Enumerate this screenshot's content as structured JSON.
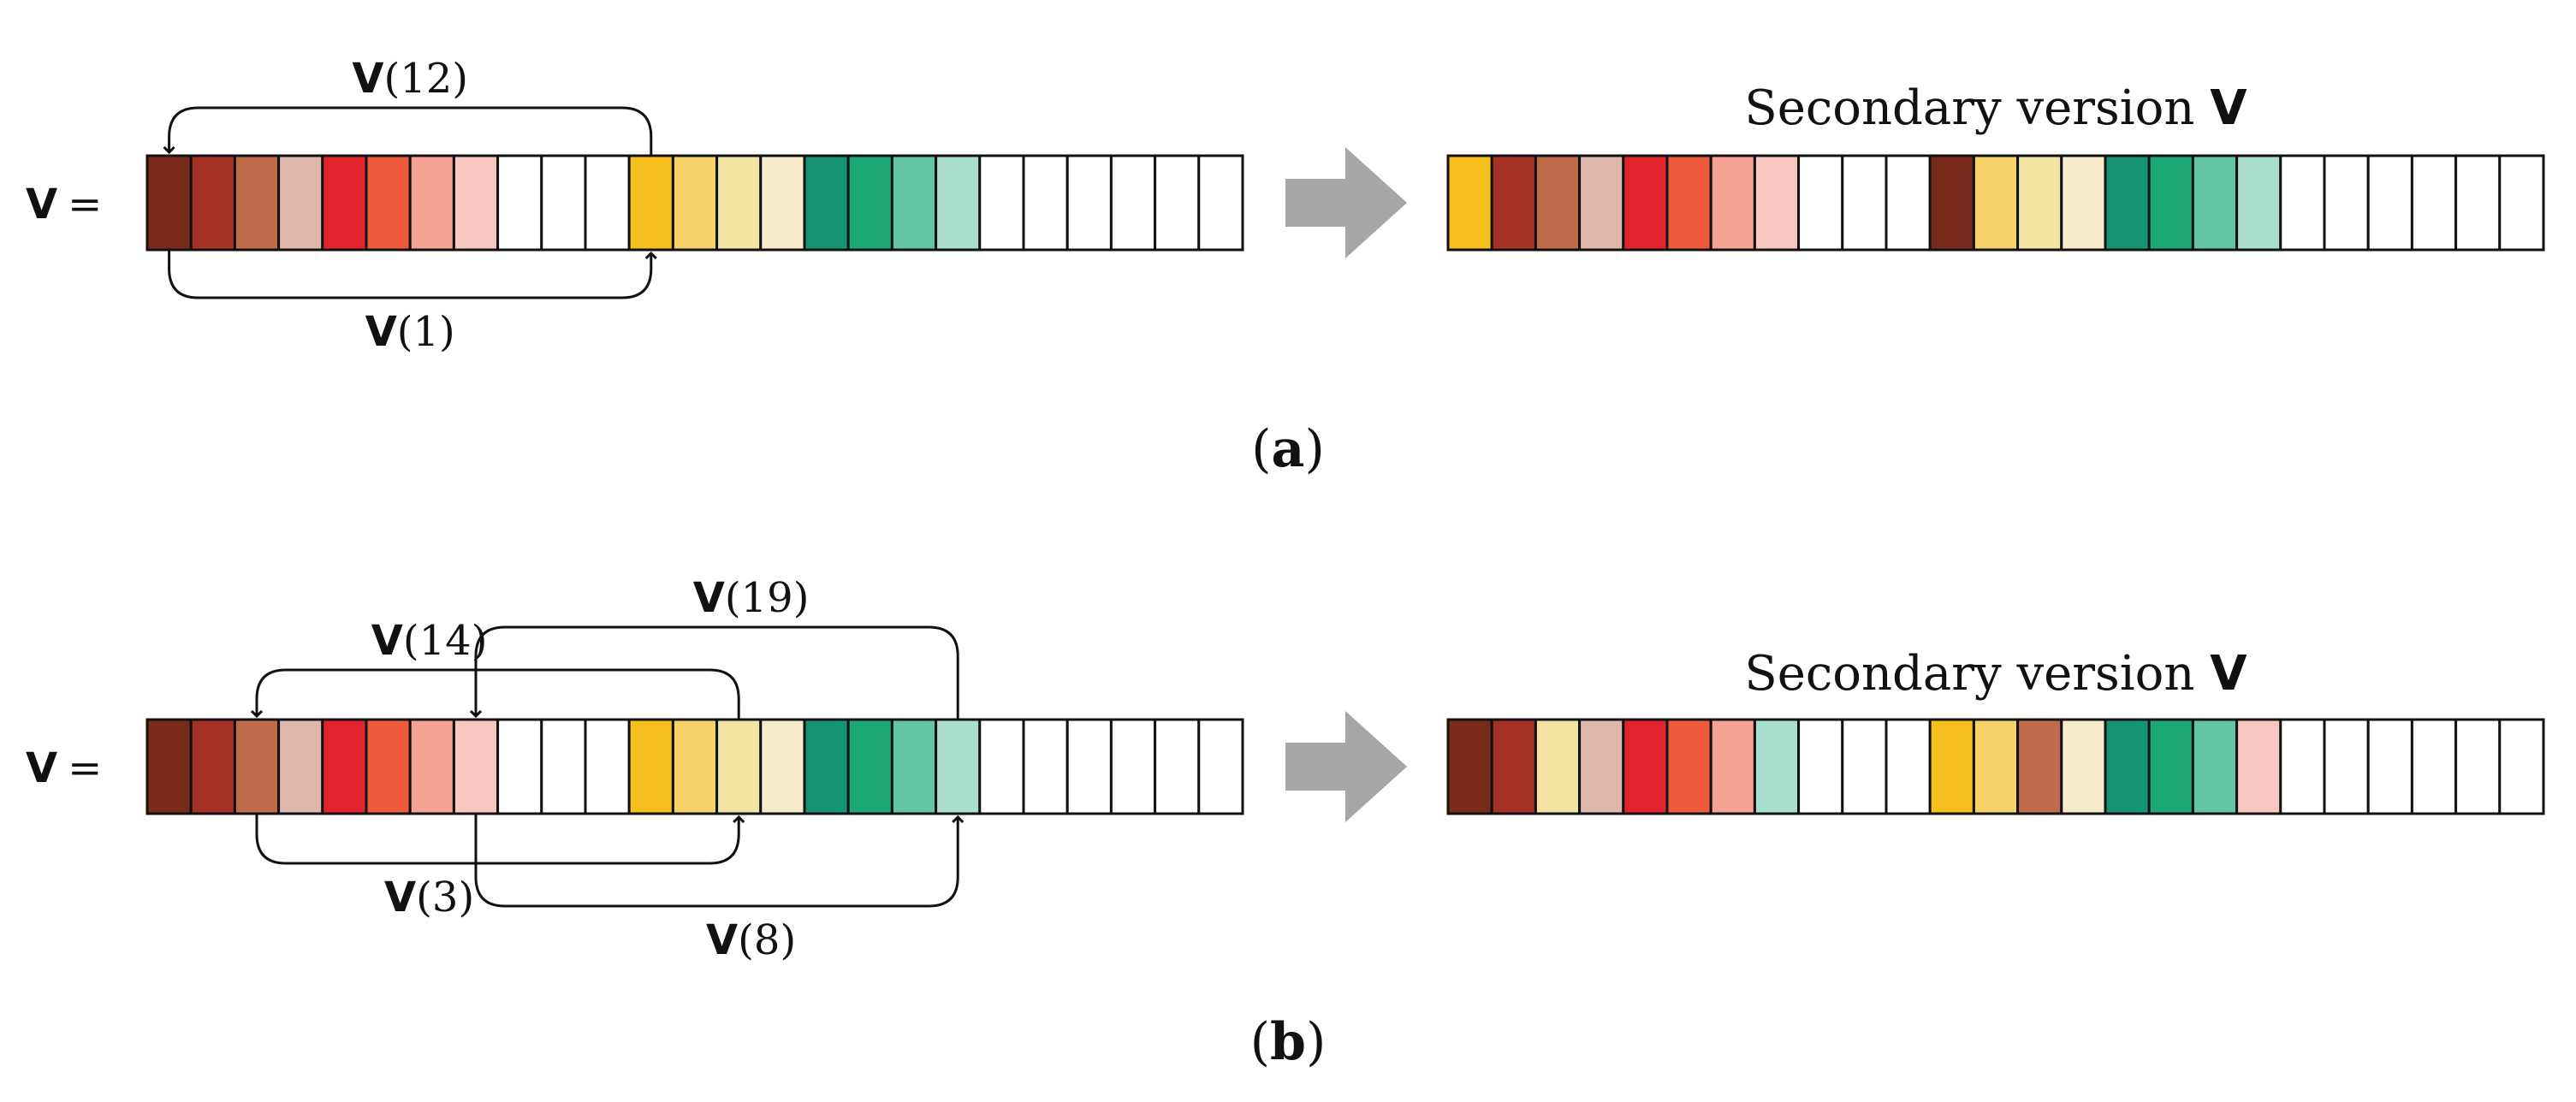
{
  "panels": [
    {
      "id": "a",
      "label_html": "(a)",
      "subfigure_letter": "a",
      "vector_label": "V =",
      "secondary_label": "Secondary version ",
      "secondary_symbol": "V",
      "original_colors": [
        "#7a2a1a",
        "#a63226",
        "#bf6a4a",
        "#dfb8ac",
        "#e3232c",
        "#f05a3c",
        "#f6a394",
        "#f8c8c0",
        "#ffffff",
        "#ffffff",
        "#ffffff",
        "#f6be1e",
        "#f6d368",
        "#f4e4a4",
        "#f6eccc",
        "#159473",
        "#1ba875",
        "#62c6a5",
        "#aadfd0",
        "#ffffff",
        "#ffffff",
        "#ffffff",
        "#ffffff",
        "#ffffff",
        "#ffffff"
      ],
      "secondary_colors": [
        "#f6be1e",
        "#a63226",
        "#bf6a4a",
        "#dfb8ac",
        "#e3232c",
        "#f05a3c",
        "#f6a394",
        "#f8c8c0",
        "#ffffff",
        "#ffffff",
        "#ffffff",
        "#7a2a1a",
        "#f6d368",
        "#f4e4a4",
        "#f6eccc",
        "#159473",
        "#1ba875",
        "#62c6a5",
        "#aadfd0",
        "#ffffff",
        "#ffffff",
        "#ffffff",
        "#ffffff",
        "#ffffff",
        "#ffffff"
      ],
      "arcs": [
        {
          "label": "V(12)",
          "bold": "V",
          "arg": "(12)",
          "from": 11,
          "to": 0,
          "side": "top"
        },
        {
          "label": "V(1)",
          "bold": "V",
          "arg": "(1)",
          "from": 0,
          "to": 11,
          "side": "bottom"
        }
      ]
    },
    {
      "id": "b",
      "label_html": "(b)",
      "subfigure_letter": "b",
      "vector_label": "V =",
      "secondary_label": "Secondary version ",
      "secondary_symbol": "V",
      "original_colors": [
        "#7a2a1a",
        "#a63226",
        "#bf6a4a",
        "#dfb8ac",
        "#e3232c",
        "#f05a3c",
        "#f6a394",
        "#f8c8c0",
        "#ffffff",
        "#ffffff",
        "#ffffff",
        "#f6be1e",
        "#f6d368",
        "#f4e4a4",
        "#f6eccc",
        "#159473",
        "#1ba875",
        "#62c6a5",
        "#aadfd0",
        "#ffffff",
        "#ffffff",
        "#ffffff",
        "#ffffff",
        "#ffffff",
        "#ffffff"
      ],
      "secondary_colors": [
        "#7a2a1a",
        "#a63226",
        "#f4e4a4",
        "#dfb8ac",
        "#e3232c",
        "#f05a3c",
        "#f6a394",
        "#aadfd0",
        "#ffffff",
        "#ffffff",
        "#ffffff",
        "#f6be1e",
        "#f6d368",
        "#bf6a4a",
        "#f6eccc",
        "#159473",
        "#1ba875",
        "#62c6a5",
        "#f8c8c0",
        "#ffffff",
        "#ffffff",
        "#ffffff",
        "#ffffff",
        "#ffffff",
        "#ffffff"
      ],
      "arcs": [
        {
          "label": "V(14)",
          "bold": "V",
          "arg": "(14)",
          "from": 13,
          "to": 2,
          "side": "top"
        },
        {
          "label": "V(19)",
          "bold": "V",
          "arg": "(19)",
          "from": 18,
          "to": 7,
          "side": "top"
        },
        {
          "label": "V(3)",
          "bold": "V",
          "arg": "(3)",
          "from": 2,
          "to": 13,
          "side": "bottom"
        },
        {
          "label": "V(8)",
          "bold": "V",
          "arg": "(8)",
          "from": 7,
          "to": 18,
          "side": "bottom"
        }
      ]
    }
  ],
  "arrow_color": "#a6a6a6"
}
